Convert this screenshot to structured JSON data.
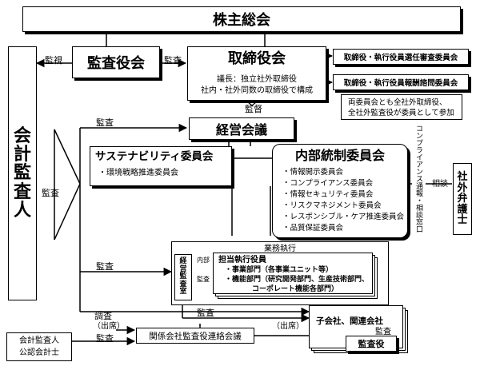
{
  "shareholders_meeting": "株主総会",
  "audit_board": "監査役会",
  "board": {
    "title": "取締役会",
    "chair_note": "議長：独立社外取締役",
    "composition_note": "社内・社外同数の取締役で構成"
  },
  "committees": {
    "nomination": "取締役・執行役員選任審査委員会",
    "compensation": "取締役・執行役員報酬諮問委員会",
    "note_line1": "両委員会とも全社外取締役、",
    "note_line2": "全社外監査役が委員として参加"
  },
  "auditor": {
    "chars": [
      "会",
      "計",
      "監",
      "査",
      "人"
    ]
  },
  "management_council": "経営会議",
  "sustainability": {
    "title": "サステナビリティ委員会",
    "sub": "・環境戦略推進委員会"
  },
  "internal_control": {
    "title": "内部統制委員会",
    "items": [
      "・情報開示委員会",
      "・コンプライアンス委員会",
      "・情報セキュリティ委員会",
      "・リスクマネジメント委員会",
      "・レスポンシブル・ケア推進委員会",
      "・品質保証委員会"
    ]
  },
  "hotline": "コンプライアンス通報・相談窓口",
  "lawyer": {
    "chars": [
      "社",
      "外",
      "弁",
      "護",
      "士"
    ]
  },
  "execution": {
    "title": "業務執行",
    "officers": "担当執行役員",
    "line1": "・事業部門（各事業ユニット等）",
    "line2": "・機能部門（研究開発部門、生産技術部門、",
    "line3": "コーポレート機能各部門）",
    "internal_audit_chars": [
      "内",
      "部",
      "監",
      "査"
    ]
  },
  "audit_office": {
    "chars": [
      "経",
      "営",
      "監",
      "査",
      "室"
    ]
  },
  "subsidiaries": {
    "title": "子会社、関連会社",
    "auditor": "監査役"
  },
  "liaison_meeting": "関係会社監査役連絡会議",
  "accounting_box": {
    "line1": "会計監査人",
    "line2": "公認会計士"
  },
  "labels": {
    "monitor": "監視",
    "audit": "監査",
    "supervise": "監督",
    "consult": "相談",
    "investigate": "調査",
    "attend": "（出席）",
    "internal_audit_a": "内部",
    "internal_audit_b": "監査"
  }
}
